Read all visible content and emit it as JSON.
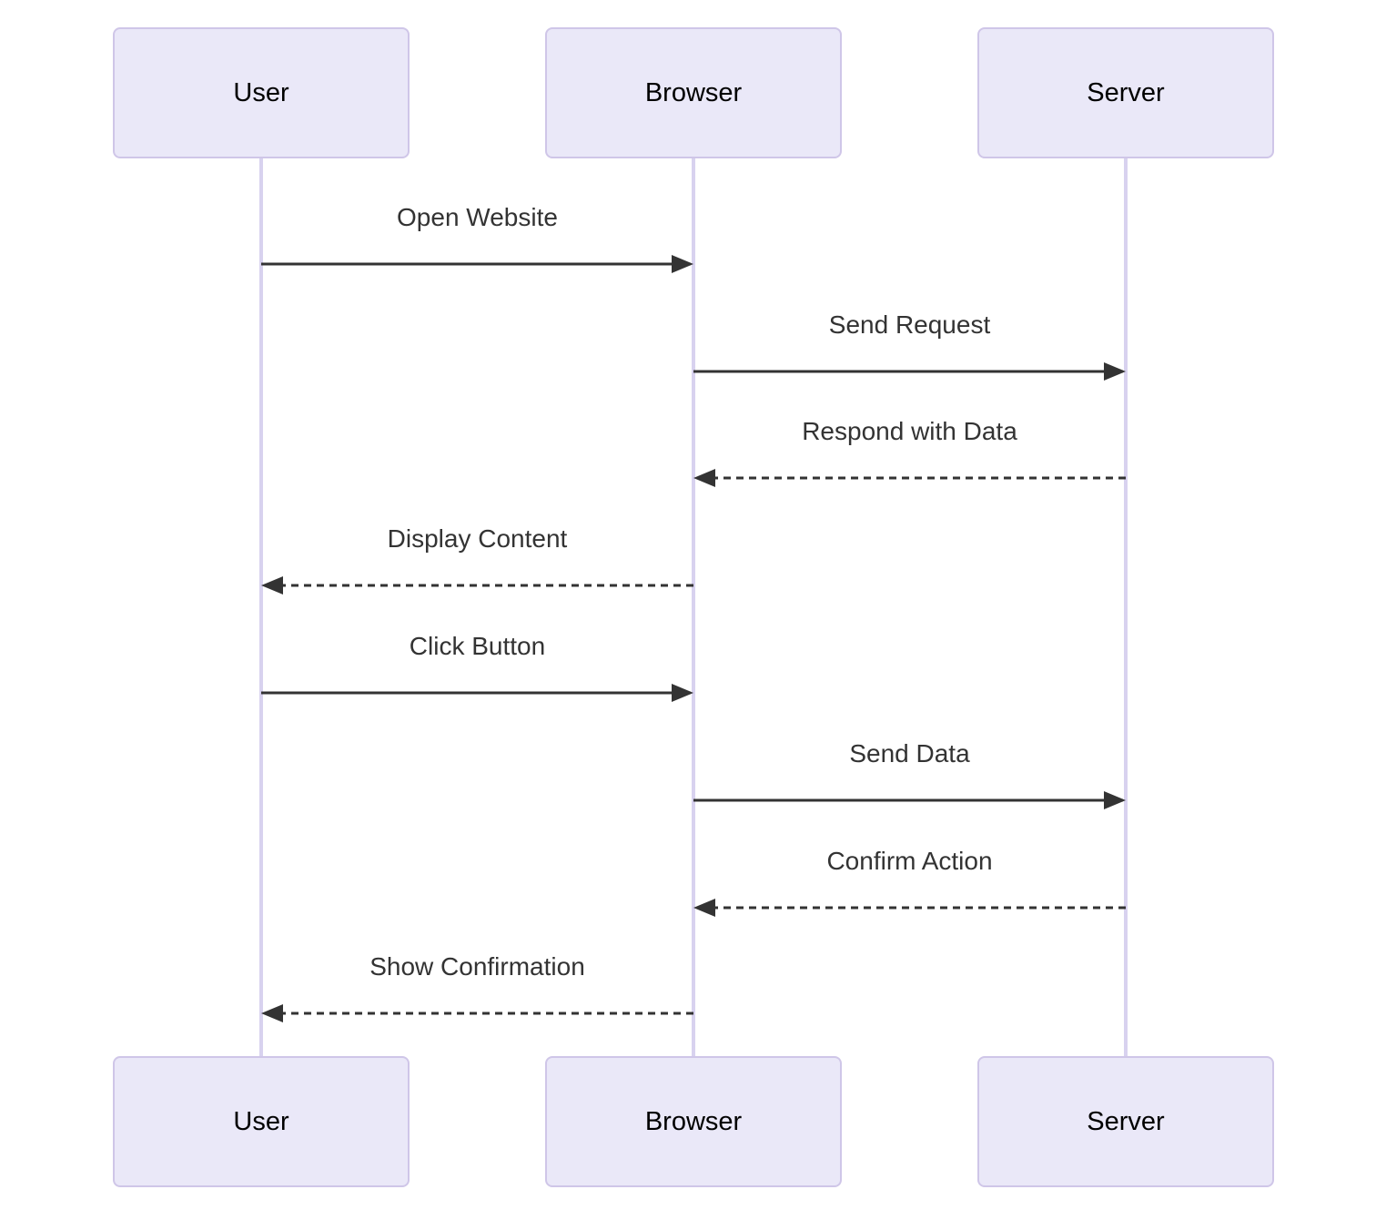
{
  "diagram": {
    "type": "sequence-diagram",
    "actors": [
      {
        "id": "user",
        "name": "User"
      },
      {
        "id": "browser",
        "name": "Browser"
      },
      {
        "id": "server",
        "name": "Server"
      }
    ],
    "messages": [
      {
        "label": "Open Website",
        "from": "User",
        "to": "Browser",
        "line": "solid",
        "direction": "right"
      },
      {
        "label": "Send Request",
        "from": "Browser",
        "to": "Server",
        "line": "solid",
        "direction": "right"
      },
      {
        "label": "Respond with Data",
        "from": "Server",
        "to": "Browser",
        "line": "dashed",
        "direction": "left"
      },
      {
        "label": "Display Content",
        "from": "Browser",
        "to": "User",
        "line": "dashed",
        "direction": "left"
      },
      {
        "label": "Click Button",
        "from": "User",
        "to": "Browser",
        "line": "solid",
        "direction": "right"
      },
      {
        "label": "Send Data",
        "from": "Browser",
        "to": "Server",
        "line": "solid",
        "direction": "right"
      },
      {
        "label": "Confirm Action",
        "from": "Server",
        "to": "Browser",
        "line": "dashed",
        "direction": "left"
      },
      {
        "label": "Show Confirmation",
        "from": "Browser",
        "to": "User",
        "line": "dashed",
        "direction": "left"
      }
    ],
    "colors": {
      "actor_fill": "#eae8f8",
      "actor_border": "#cfc6e8",
      "lifeline": "#d8d2ef",
      "arrow": "#333333",
      "message_text": "#333333",
      "actor_text": "#000000",
      "background": "#ffffff"
    }
  }
}
